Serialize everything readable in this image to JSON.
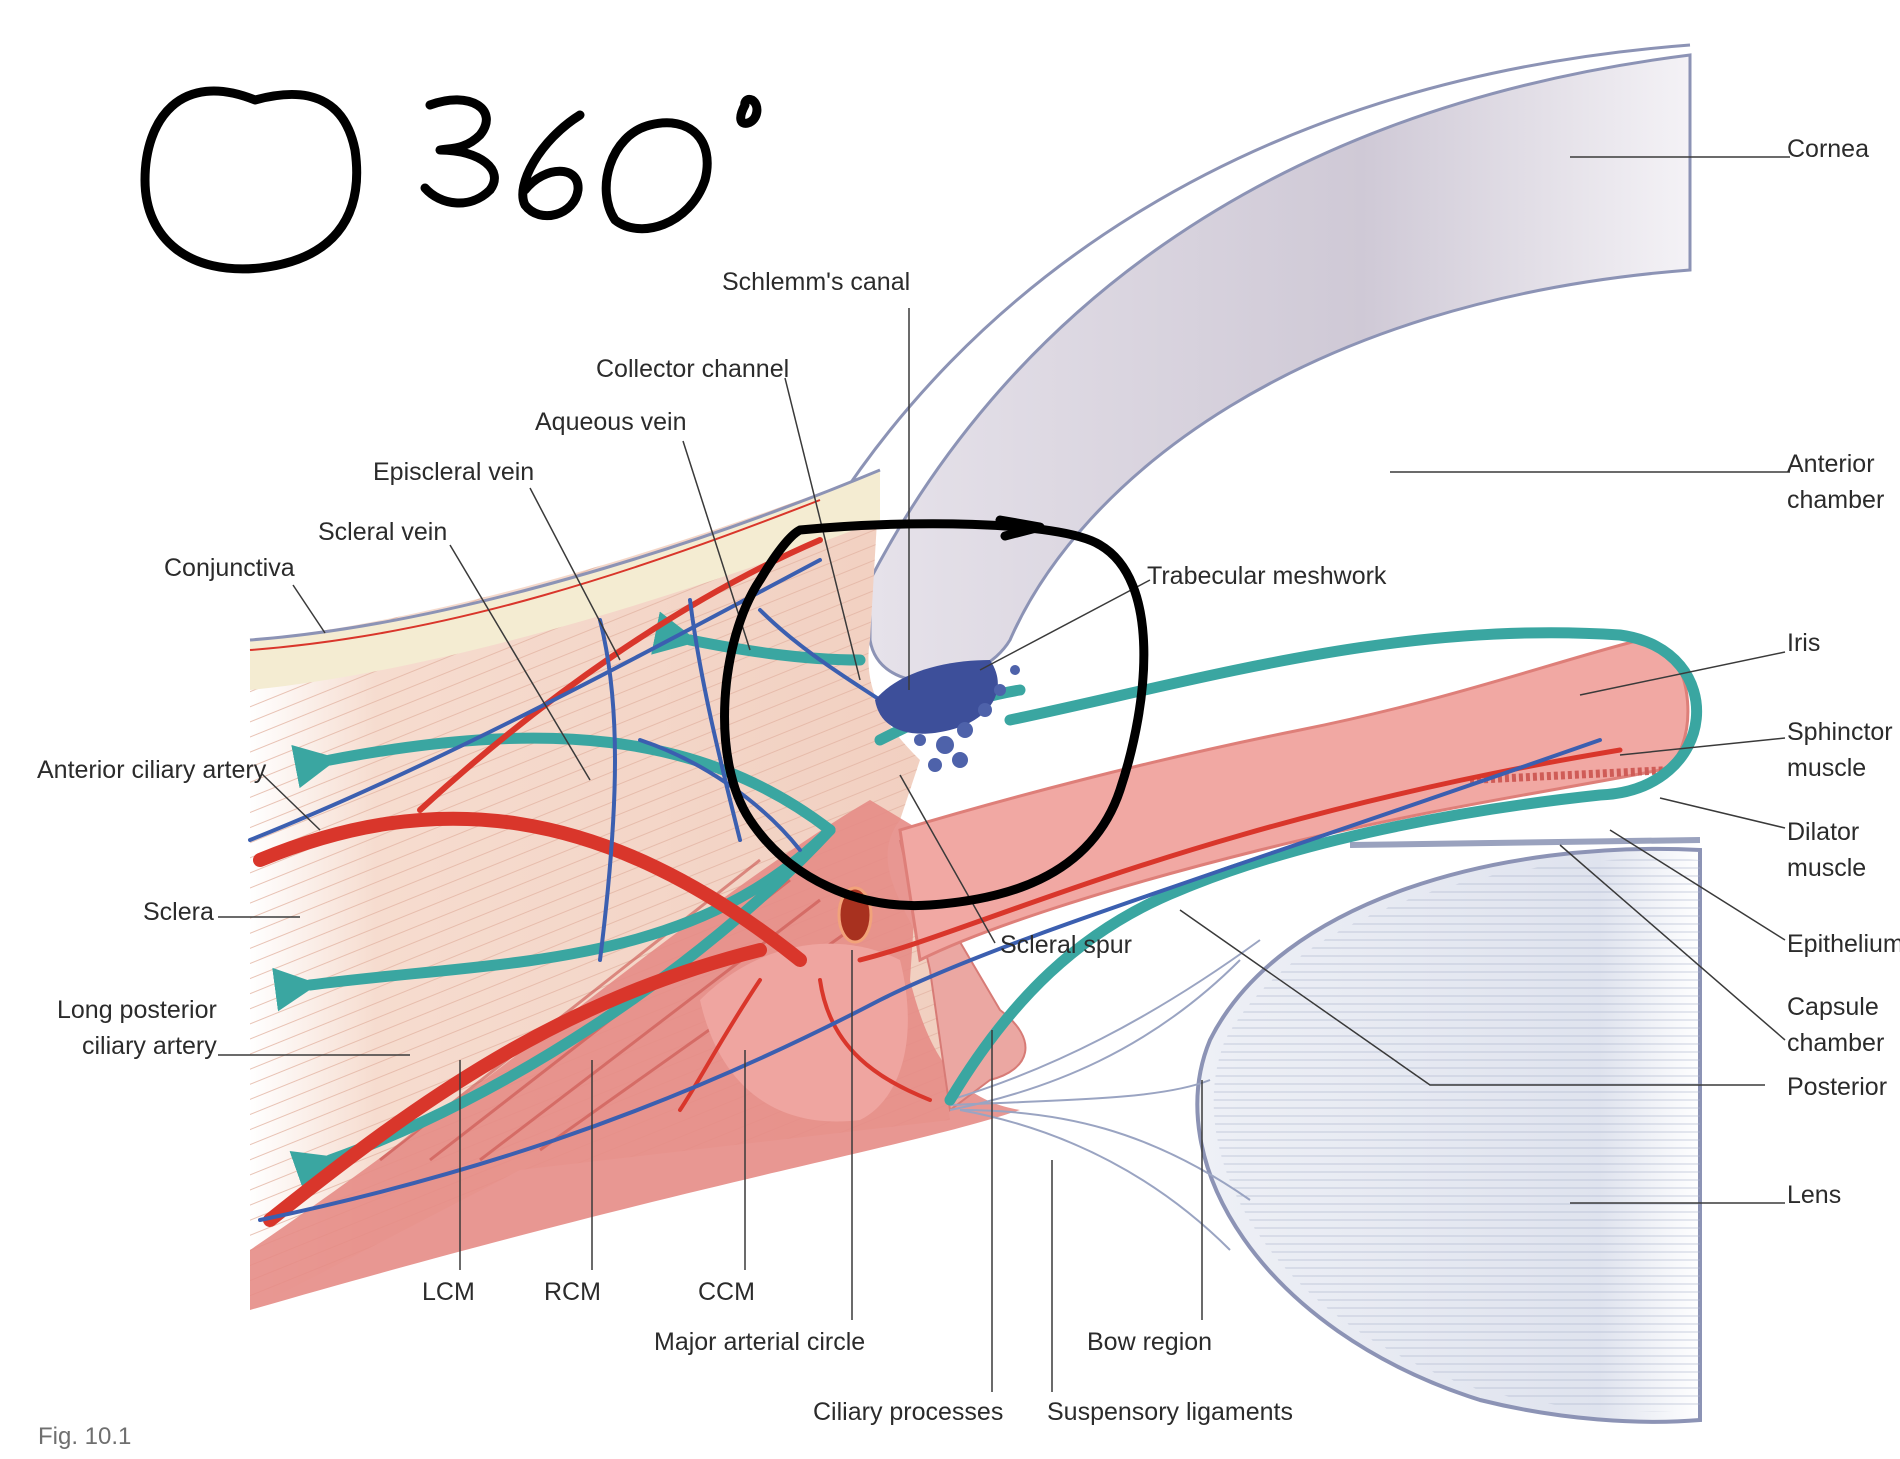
{
  "handwriting": {
    "text": "360°"
  },
  "labels": {
    "cornea": "Cornea",
    "anterior_chamber": [
      "Anterior",
      "chamber"
    ],
    "schlemms_canal": "Schlemm's canal",
    "collector_channel": "Collector channel",
    "aqueous_vein": "Aqueous vein",
    "episcleral_vein": "Episcleral vein",
    "scleral_vein": "Scleral vein",
    "conjunctiva": "Conjunctiva",
    "trabecular_meshwork": "Trabecular meshwork",
    "iris": "Iris",
    "sphinctor_muscle": [
      "Sphinctor",
      "muscle"
    ],
    "dilator_muscle": [
      "Dilator",
      "muscle"
    ],
    "epithelium": "Epithelium",
    "capsule_chamber": [
      "Capsule",
      "chamber"
    ],
    "posterior": "Posterior",
    "lens": "Lens",
    "anterior_ciliary_artery": "Anterior ciliary artery",
    "sclera": "Sclera",
    "long_posterior_ciliary_artery": [
      "Long posterior",
      "ciliary artery"
    ],
    "scleral_spur": "Scleral spur",
    "lcm": "LCM",
    "rcm": "RCM",
    "ccm": "CCM",
    "major_arterial_circle": "Major arterial circle",
    "bow_region": "Bow region",
    "ciliary_processes": "Ciliary processes",
    "suspensory_ligaments": "Suspensory ligaments"
  },
  "caption": "Fig. 10.1",
  "colors": {
    "sclera": "#f3d2c4",
    "conjunctiva": "#f4ecd2",
    "cornea": "#c9c4d0",
    "muscle": "#e07a7a",
    "artery": "#d9362b",
    "vein": "#3b5fb0",
    "aqueous_flow": "#3aa6a1",
    "lens": "#e8ebf3",
    "schlemm": "#3d4f9a",
    "ink": "#000000"
  }
}
